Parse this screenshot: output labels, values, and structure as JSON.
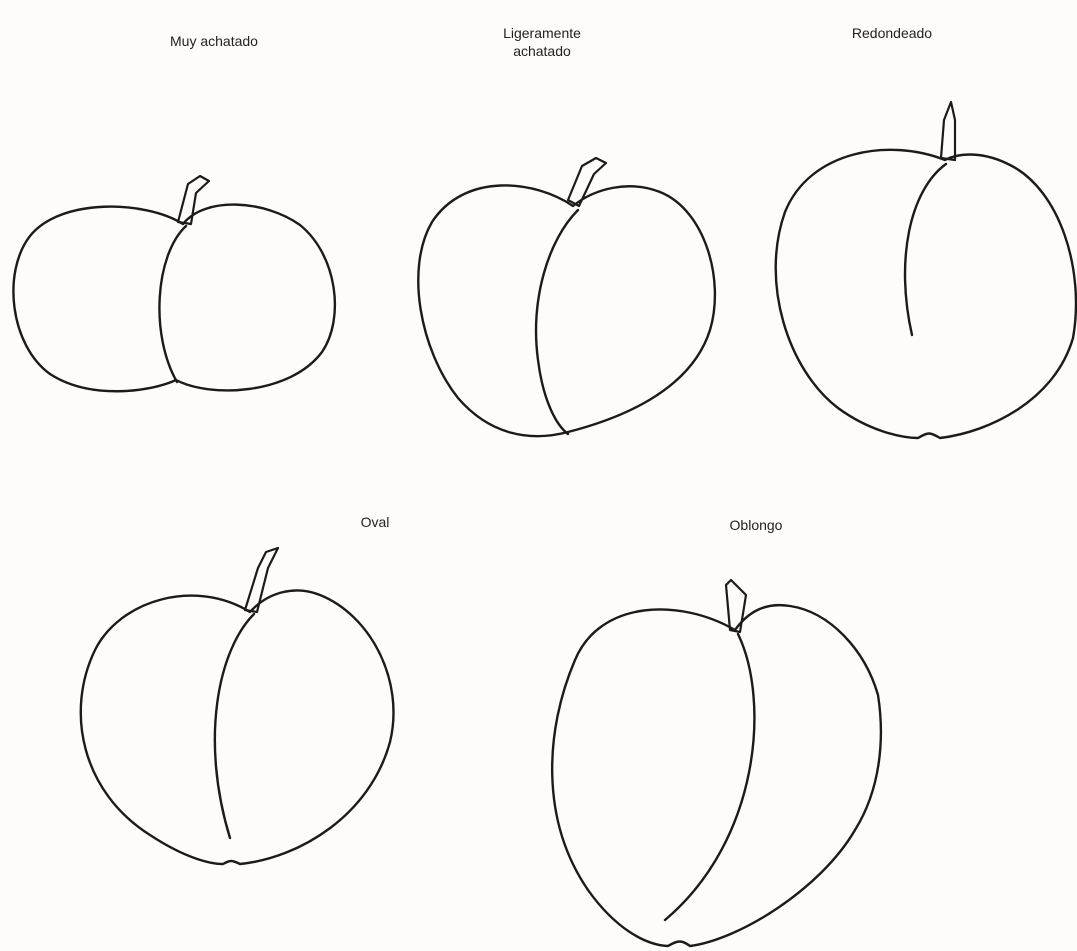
{
  "shapes": [
    {
      "id": "muy-achatado",
      "label_lines": [
        "Muy achatado"
      ]
    },
    {
      "id": "ligeramente-achatado",
      "label_lines": [
        "Ligeramente",
        "achatado"
      ]
    },
    {
      "id": "redondeado",
      "label_lines": [
        "Redondeado"
      ]
    },
    {
      "id": "oval",
      "label_lines": [
        "Oval"
      ]
    },
    {
      "id": "oblongo",
      "label_lines": [
        "Oblongo"
      ]
    }
  ]
}
